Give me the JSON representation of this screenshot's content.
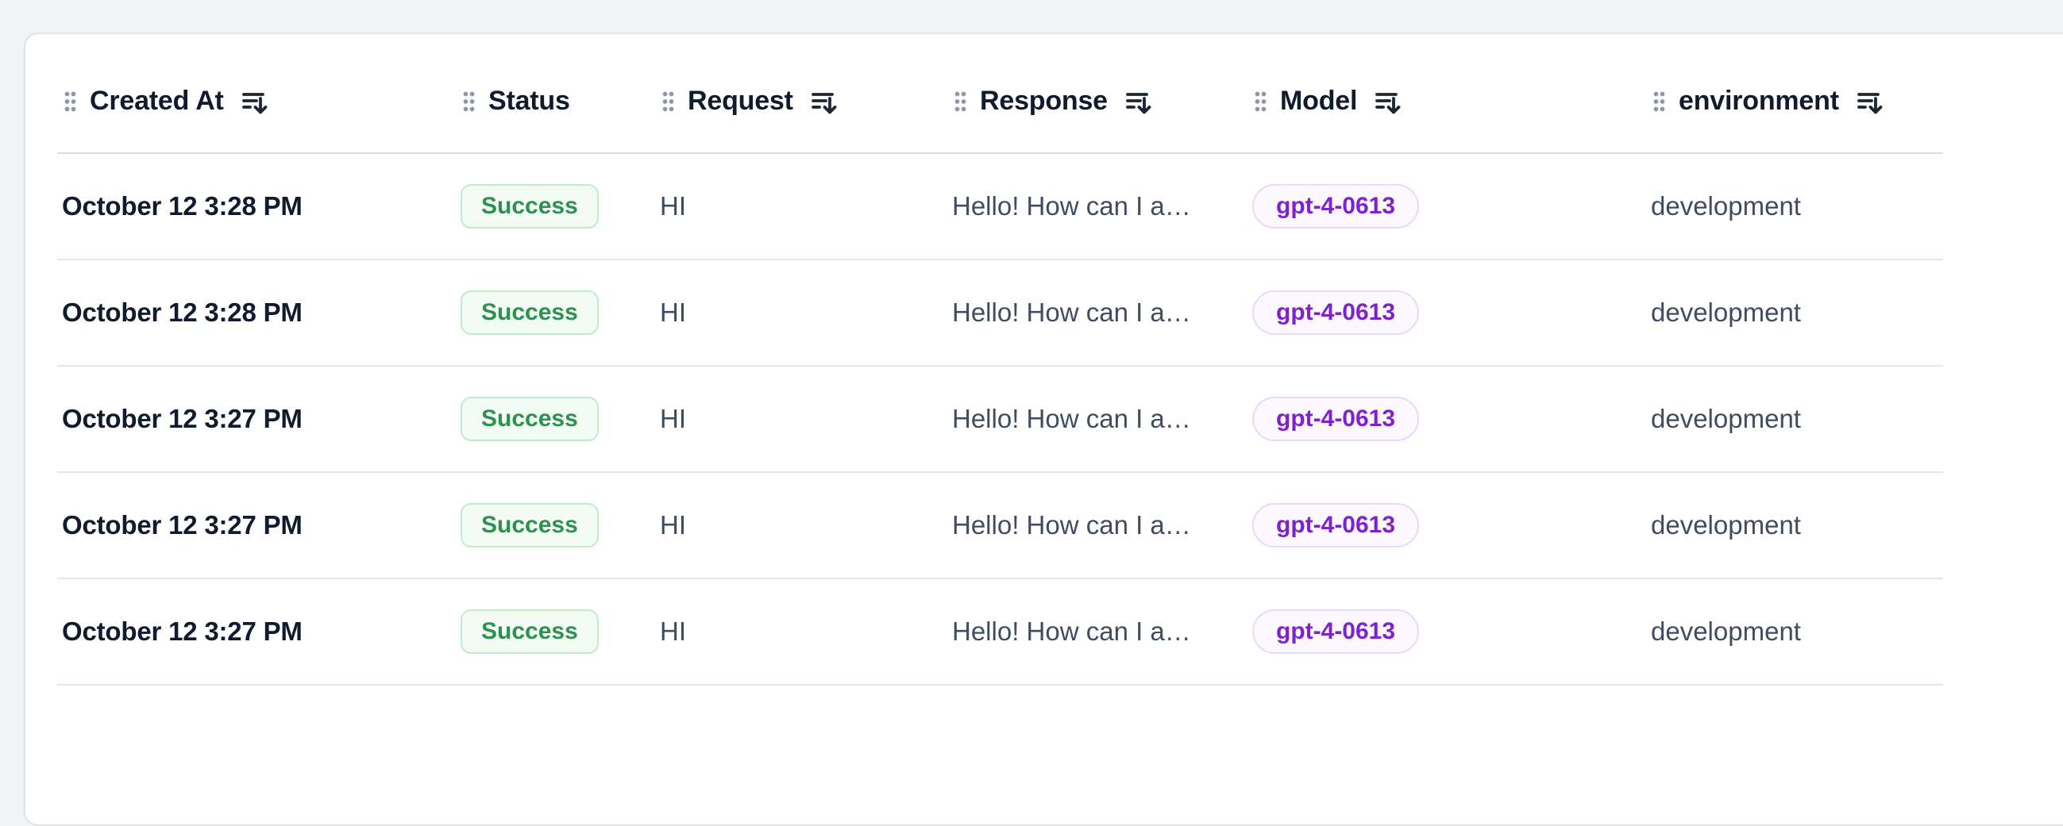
{
  "page": {
    "background_color": "#f1f3f7",
    "card_background_color": "#ffffff"
  },
  "colors": {
    "page_bg": "#f1f3f7",
    "header_text": "#101b2e",
    "date_text": "#101b2e",
    "cell_text": "#3f4c61",
    "success_text": "#2e9150",
    "success_bg": "#f2fbf4",
    "success_border": "#c3ebcb",
    "model_text": "#7e22ce",
    "model_bg": "#fbf8ff",
    "model_border": "#e9d8fb"
  },
  "icons": {
    "drag_handle": "drag-handle-dots-icon",
    "sort": "sort-descending-icon"
  },
  "table": {
    "columns": [
      {
        "label": "Created At",
        "sortable": true
      },
      {
        "label": "Status",
        "sortable": false
      },
      {
        "label": "Request",
        "sortable": true
      },
      {
        "label": "Response",
        "sortable": true
      },
      {
        "label": "Model",
        "sortable": true
      },
      {
        "label": "environment",
        "sortable": true
      }
    ],
    "rows": [
      {
        "created_at": "October 12 3:28 PM",
        "status": "Success",
        "request": "HI",
        "response": "Hello! How can I a…",
        "model": "gpt-4-0613",
        "environment": "development"
      },
      {
        "created_at": "October 12 3:28 PM",
        "status": "Success",
        "request": "HI",
        "response": "Hello! How can I a…",
        "model": "gpt-4-0613",
        "environment": "development"
      },
      {
        "created_at": "October 12 3:27 PM",
        "status": "Success",
        "request": "HI",
        "response": "Hello! How can I a…",
        "model": "gpt-4-0613",
        "environment": "development"
      },
      {
        "created_at": "October 12 3:27 PM",
        "status": "Success",
        "request": "HI",
        "response": "Hello! How can I a…",
        "model": "gpt-4-0613",
        "environment": "development"
      },
      {
        "created_at": "October 12 3:27 PM",
        "status": "Success",
        "request": "HI",
        "response": "Hello! How can I a…",
        "model": "gpt-4-0613",
        "environment": "development"
      }
    ]
  }
}
